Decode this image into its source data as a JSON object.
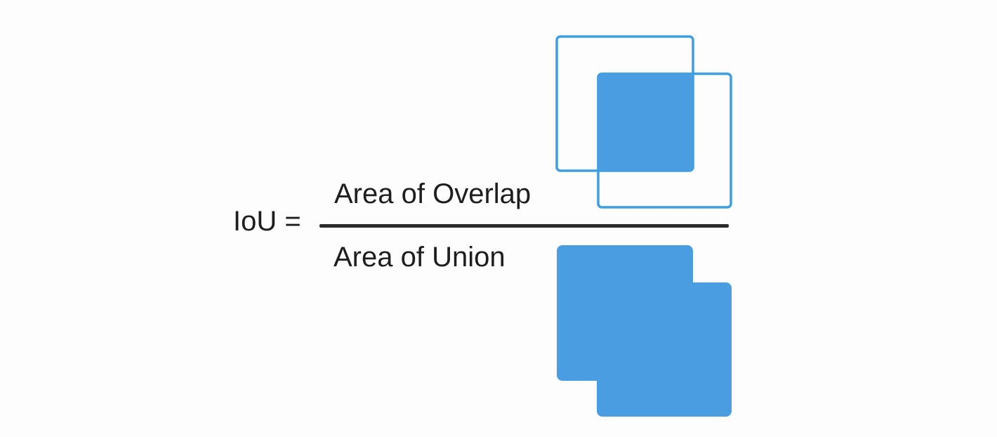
{
  "equation": {
    "lhs": "IoU =",
    "numerator": "Area of Overlap",
    "denominator": "Area of Union"
  },
  "colors": {
    "box_fill": "#4A9DE0",
    "box_stroke": "#3E9EE2",
    "text": "#1E1E1E",
    "fraction_bar": "#2B2B2B",
    "background": "#FDFDFD"
  }
}
